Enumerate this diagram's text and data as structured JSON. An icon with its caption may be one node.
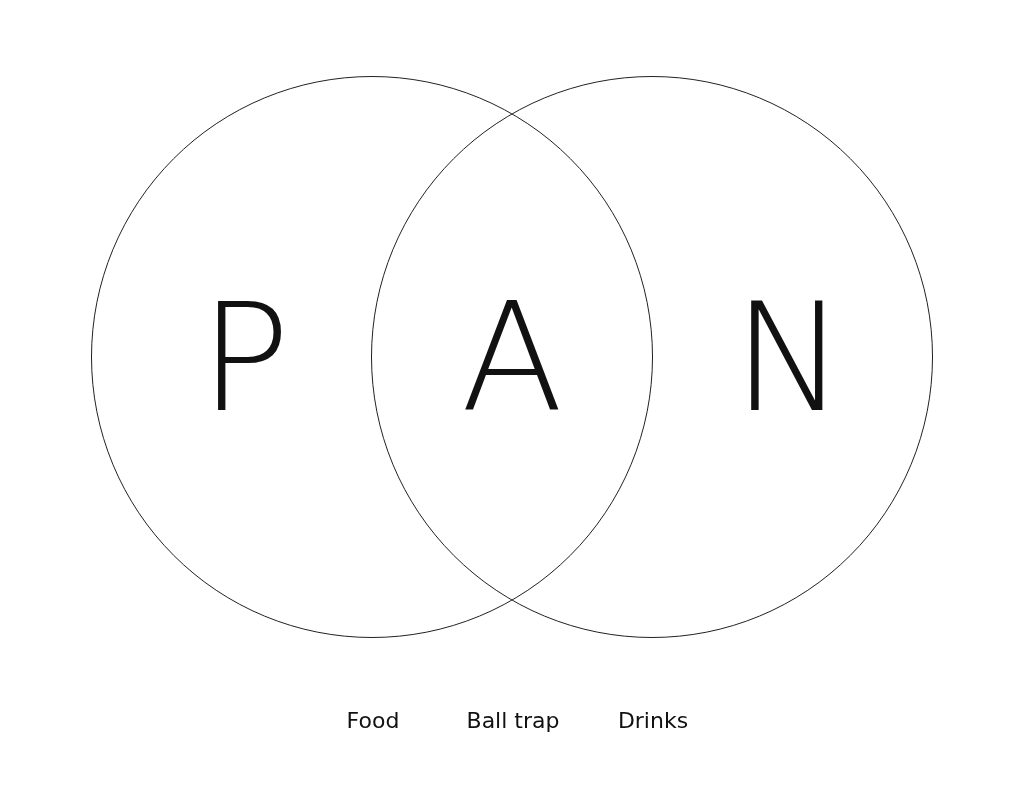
{
  "diagram": {
    "nodes": [
      {
        "text": [
          "P"
        ]
      },
      {
        "text": [
          "N"
        ]
      }
    ],
    "labels": [
      "A",
      "Food",
      "Ball trap",
      "Drinks"
    ]
  }
}
